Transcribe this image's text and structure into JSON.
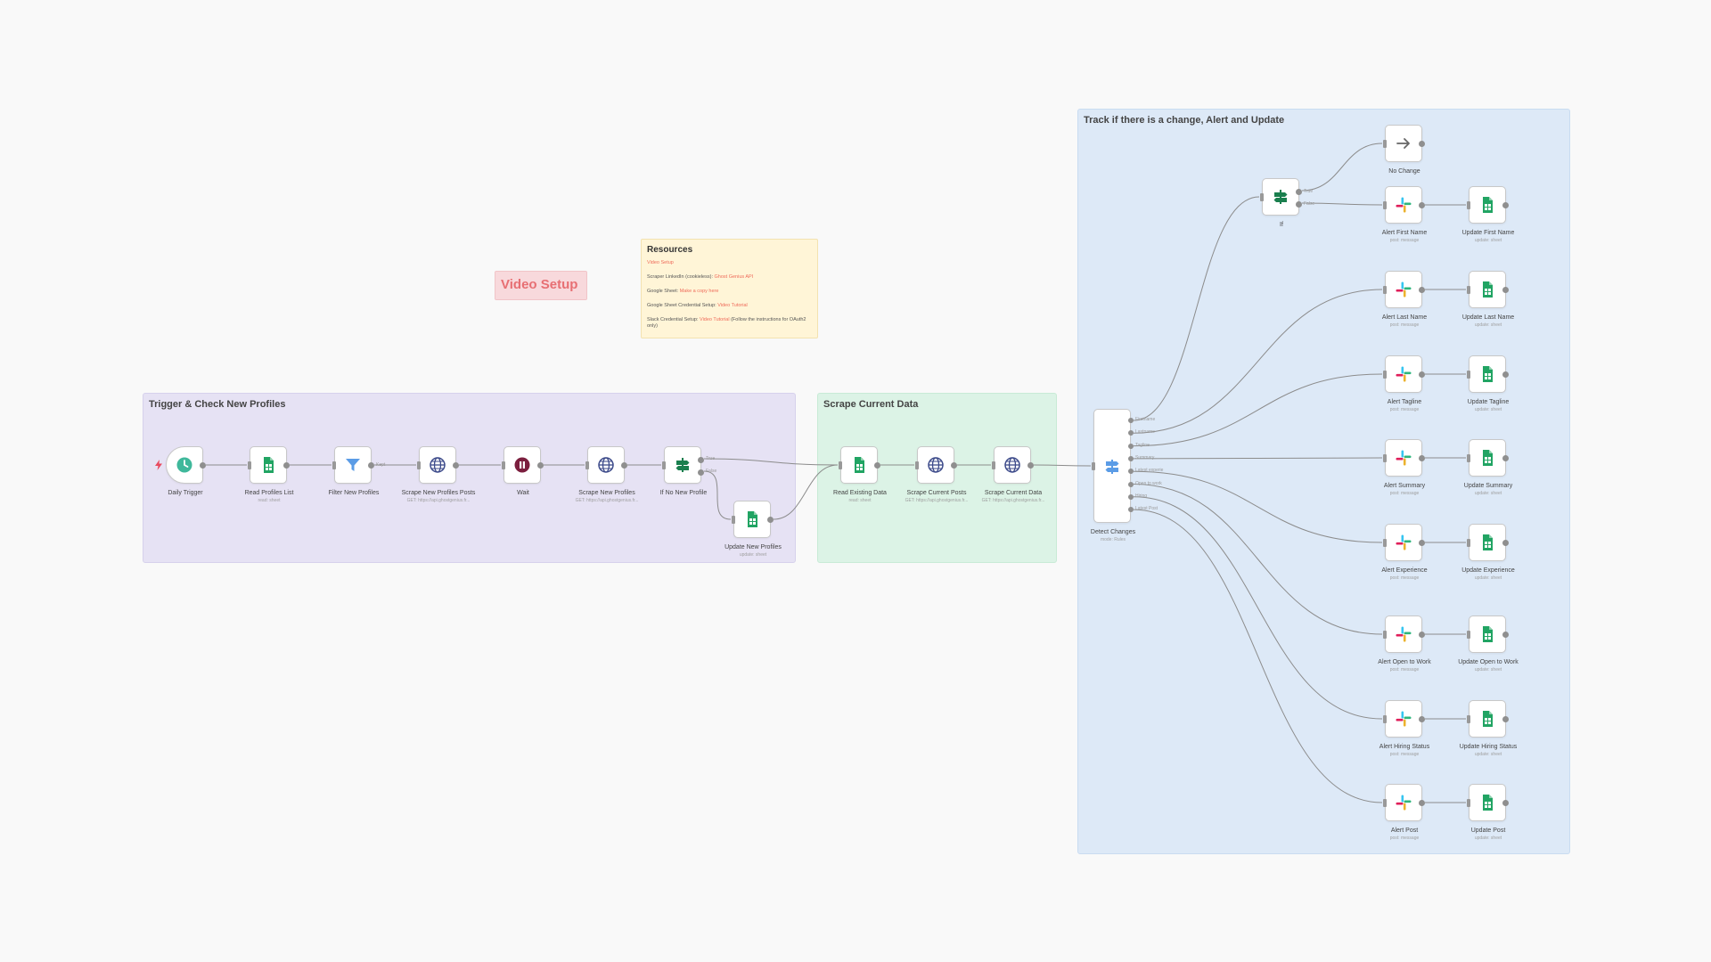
{
  "groups": {
    "trigger": {
      "title": "Trigger & Check New Profiles"
    },
    "scrape": {
      "title": "Scrape Current Data"
    },
    "track": {
      "title": "Track if there is a change, Alert and Update"
    }
  },
  "video_setup": {
    "label": "Video Setup"
  },
  "resources": {
    "title": "Resources",
    "lines": [
      {
        "text": "",
        "link": "Video Setup",
        "after": ""
      },
      {
        "text": "Scraper LinkedIn (cookieless): ",
        "link": "Ghost Genius API",
        "after": ""
      },
      {
        "text": "Google Sheet: ",
        "link": "Make a copy here",
        "after": ""
      },
      {
        "text": "Google Sheet Credential Setup: ",
        "link": "Video Tutorial",
        "after": ""
      },
      {
        "text": "Slack Credential Setup: ",
        "link": "Video Tutorial",
        "after": " (Follow the instructions for OAuth2 only)"
      }
    ]
  },
  "nodes": {
    "daily_trigger": {
      "label": "Daily Trigger",
      "sub": ""
    },
    "read_profiles": {
      "label": "Read Profiles List",
      "sub": "read: sheet"
    },
    "filter_new": {
      "label": "Filter New Profiles",
      "sub": ""
    },
    "scrape_new_posts": {
      "label": "Scrape New Profiles Posts",
      "sub": "GET: https://api.ghostgenius.fr..."
    },
    "wait": {
      "label": "Wait",
      "sub": ""
    },
    "scrape_new_profiles": {
      "label": "Scrape New Profiles",
      "sub": "GET: https://api.ghostgenius.fr..."
    },
    "if_no_new": {
      "label": "If No New Profile",
      "sub": ""
    },
    "update_new": {
      "label": "Update New Profiles",
      "sub": "update: sheet"
    },
    "read_existing": {
      "label": "Read Existing Data",
      "sub": "read: sheet"
    },
    "scrape_cur_posts": {
      "label": "Scrape Current Posts",
      "sub": "GET: https://api.ghostgenius.fr..."
    },
    "scrape_cur_data": {
      "label": "Scrape Current Data",
      "sub": "GET: https://api.ghostgenius.fr..."
    },
    "detect_changes": {
      "label": "Detect Changes",
      "sub": "mode: Rules"
    },
    "if": {
      "label": "If",
      "sub": ""
    },
    "no_change": {
      "label": "No Change",
      "sub": ""
    },
    "alert_first": {
      "label": "Alert First Name",
      "sub": "post: message"
    },
    "update_first": {
      "label": "Update First Name",
      "sub": "update: sheet"
    },
    "alert_last": {
      "label": "Alert Last Name",
      "sub": "post: message"
    },
    "update_last": {
      "label": "Update Last Name",
      "sub": "update: sheet"
    },
    "alert_tagline": {
      "label": "Alert Tagline",
      "sub": "post: message"
    },
    "update_tagline": {
      "label": "Update Tagline",
      "sub": "update: sheet"
    },
    "alert_summary": {
      "label": "Alert Summary",
      "sub": "post: message"
    },
    "update_summary": {
      "label": "Update Summary",
      "sub": "update: sheet"
    },
    "alert_experience": {
      "label": "Alert Experience",
      "sub": "post: message"
    },
    "update_experience": {
      "label": "Update Experience",
      "sub": "update: sheet"
    },
    "alert_open": {
      "label": "Alert Open to Work",
      "sub": "post: message"
    },
    "update_open": {
      "label": "Update Open to Work",
      "sub": "update: sheet"
    },
    "alert_hiring": {
      "label": "Alert Hiring Status",
      "sub": "post: message"
    },
    "update_hiring": {
      "label": "Update Hiring Status",
      "sub": "update: sheet"
    },
    "alert_post": {
      "label": "Alert Post",
      "sub": "post: message"
    },
    "update_post": {
      "label": "Update Post",
      "sub": "update: sheet"
    }
  },
  "if_no_new_outputs": {
    "true": "True",
    "false": "False"
  },
  "filter_output": "Kept",
  "if_outputs": {
    "true": "True",
    "false": "False"
  },
  "detect_outputs": [
    "Firstname",
    "Lastname",
    "Tagline",
    "Summary",
    "Latest experie",
    "Open to work",
    "Hiring",
    "Latest Post"
  ],
  "colors": {
    "trigger_group": "#e6e2f4",
    "scrape_group": "#dcf3e6",
    "track_group": "#dde9f7",
    "sheets_green": "#21a463",
    "clock_teal": "#3fb89b",
    "filter_blue": "#5b9ce6",
    "http_navy": "#3c4a8a",
    "wait_maroon": "#7b1e3e",
    "if_green": "#1a7f4e",
    "wire": "#8c8c8c"
  }
}
